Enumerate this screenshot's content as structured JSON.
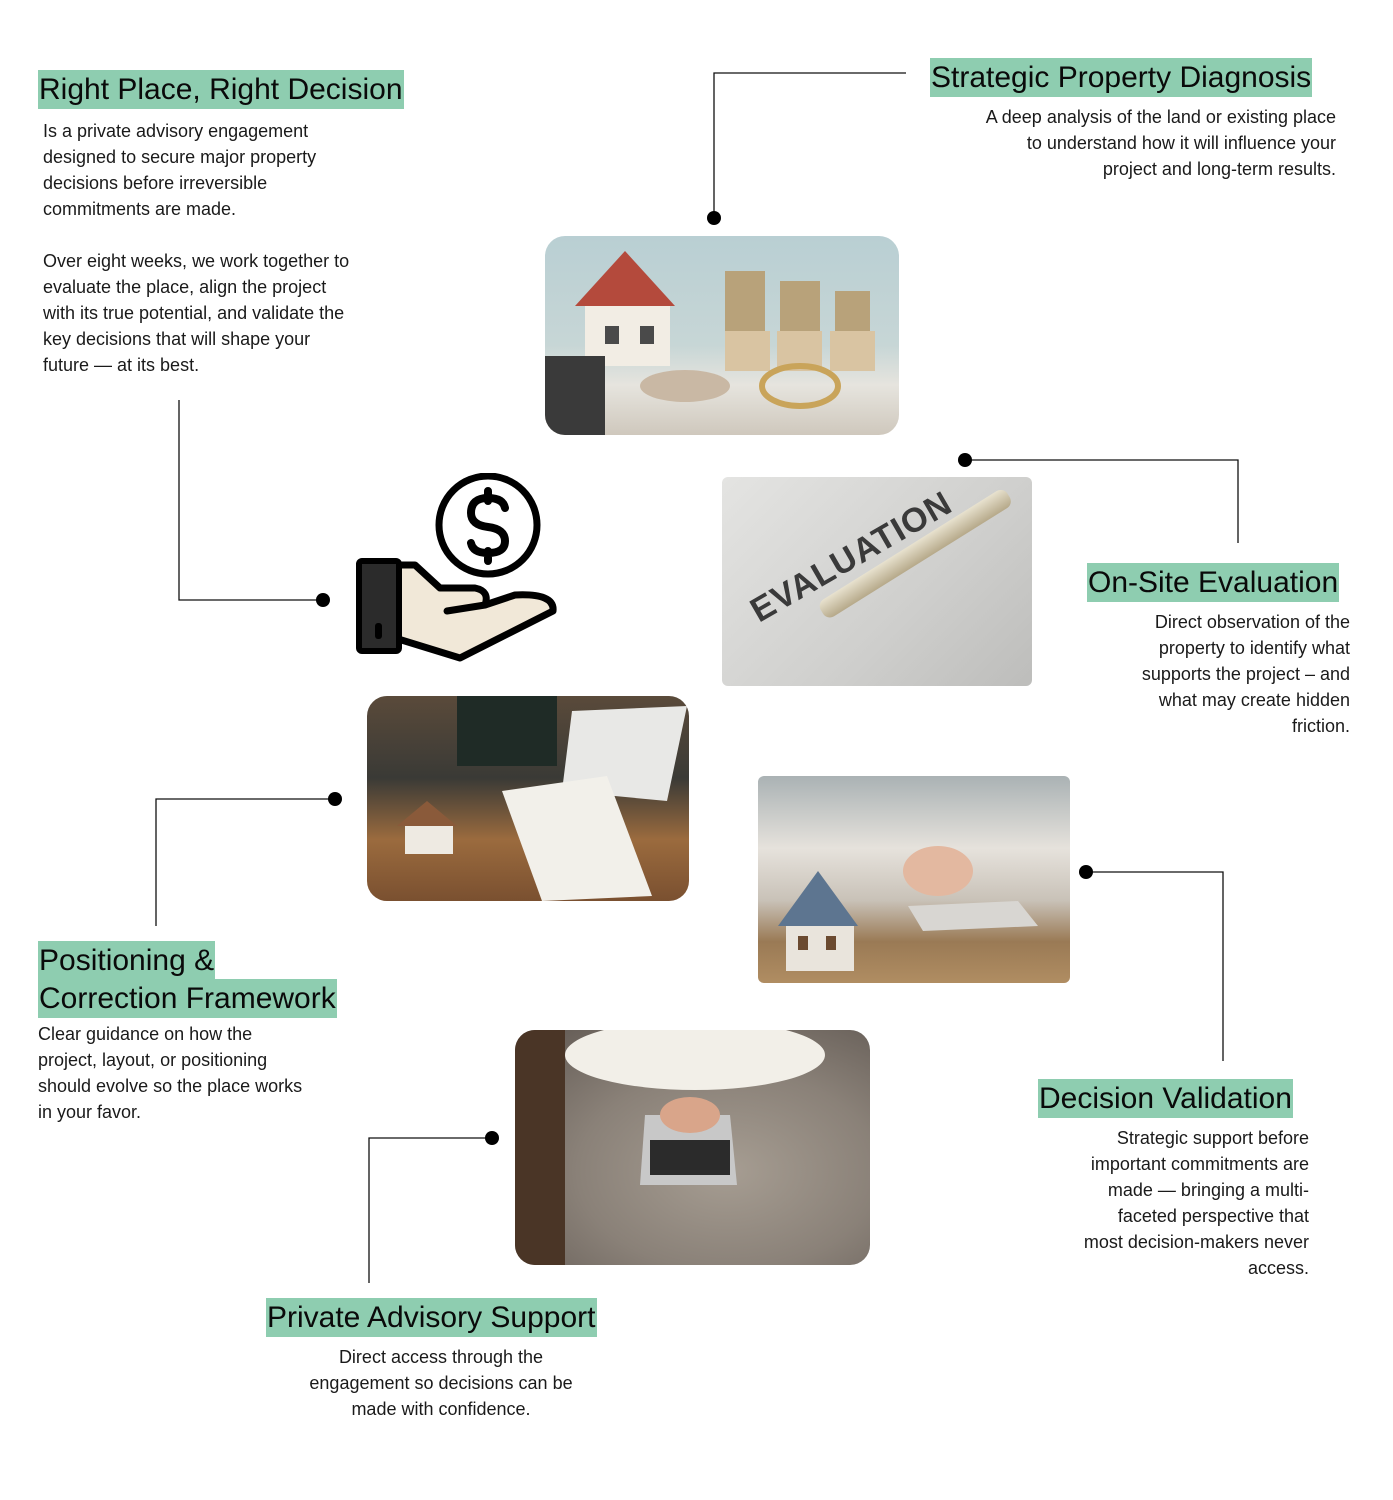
{
  "intro": {
    "title": "Right Place, Right Decision",
    "paragraph_1": "Is a private advisory engagement\ndesigned to secure major property\ndecisions before irreversible\ncommitments are made.",
    "paragraph_2": "Over eight weeks, we work together to\nevaluate the place, align the project\nwith its true potential, and validate the\nkey decisions that will shape your\nfuture — at its best."
  },
  "steps": [
    {
      "title": "Strategic Property Diagnosis",
      "text": "A deep analysis of the land or existing place\nto understand how it will influence your\nproject and long-term results."
    },
    {
      "title": "On-Site Evaluation",
      "text": "Direct observation of the\nproperty to identify what\nsupports the project – and\nwhat may create hidden\nfriction."
    },
    {
      "title_line_1": "Positioning &",
      "title_line_2": "Correction Framework",
      "text": "Clear guidance on how the\nproject, layout, or positioning\nshould evolve so the place works\nin your favor."
    },
    {
      "title": "Decision Validation",
      "text": "Strategic support before\nimportant commitments are\nmade — bringing a multi-\nfaceted perspective that\nmost decision-makers never\naccess."
    },
    {
      "title": "Private Advisory Support",
      "text": "Direct access through the\nengagement so decisions can be\nmade with confidence."
    }
  ],
  "photo_labels": {
    "evaluation": "EVALUATION"
  },
  "colors": {
    "highlight": "#8ecdb0",
    "line": "#111111"
  }
}
